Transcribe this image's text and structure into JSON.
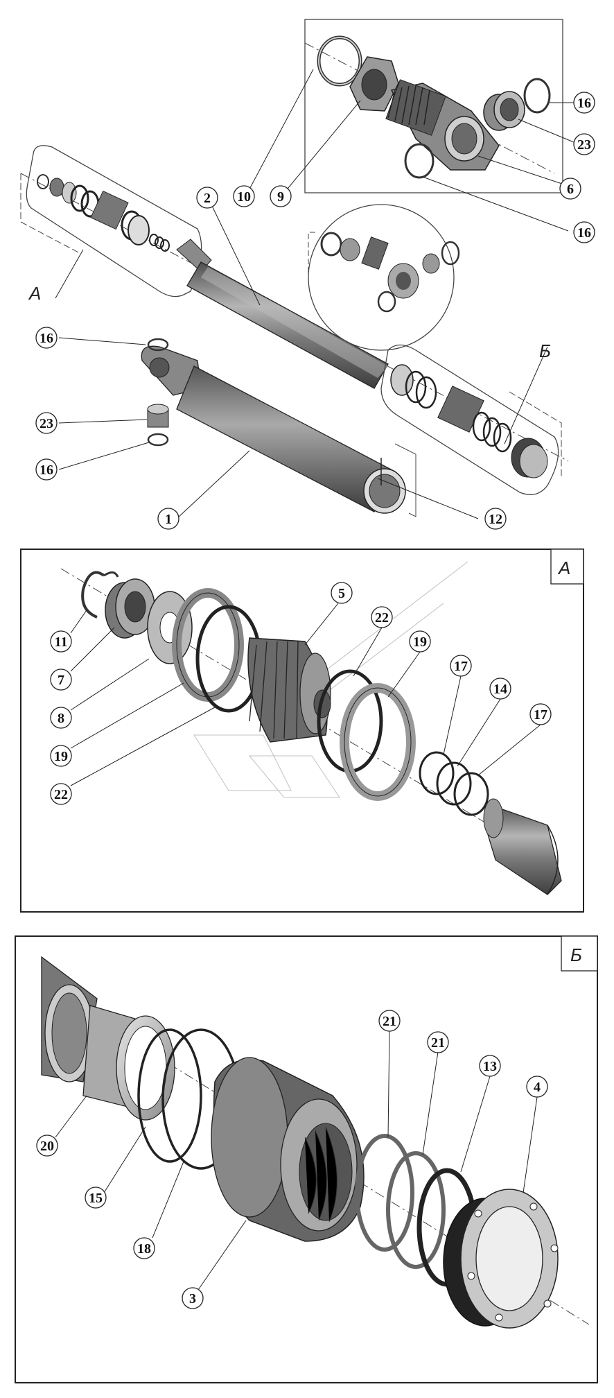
{
  "overview": {
    "detail_a_label": "А",
    "detail_b_label": "Б",
    "callouts": [
      "16",
      "23",
      "6",
      "16",
      "10",
      "9",
      "2",
      "16",
      "23",
      "16",
      "1",
      "12"
    ]
  },
  "detail_a": {
    "frame_label": "А",
    "callouts": [
      "5",
      "22",
      "19",
      "17",
      "14",
      "17",
      "11",
      "7",
      "8",
      "19",
      "22"
    ]
  },
  "detail_b": {
    "frame_label": "Б",
    "callouts": [
      "21",
      "21",
      "13",
      "4",
      "20",
      "15",
      "18",
      "3"
    ]
  },
  "colors": {
    "metal_dark": "#5f5f5f",
    "metal_mid": "#8c8c8c",
    "metal_light": "#c8c8c8",
    "line": "#222222"
  }
}
